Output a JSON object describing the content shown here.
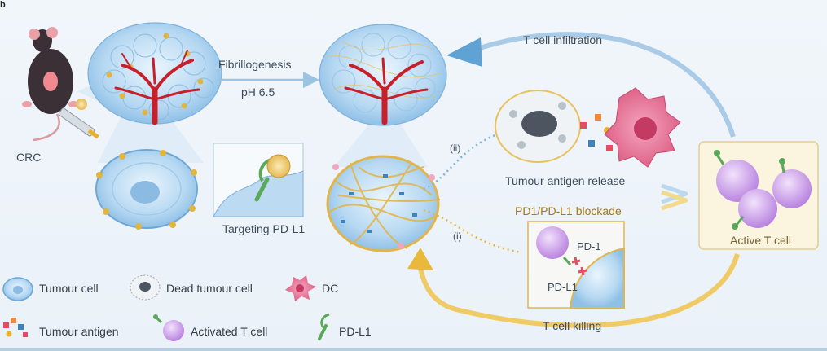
{
  "panel_letter": "b",
  "labels": {
    "crc": "CRC",
    "fibrillogenesis": "Fibrillogenesis",
    "ph": "pH 6.5",
    "t_cell_infiltration": "T cell infiltration",
    "targeting_pdl1": "Targeting PD-L1",
    "path_ii": "(ii)",
    "path_i": "(i)",
    "tumour_antigen_release": "Tumour antigen release",
    "pd1_pdl1_blockade": "PD1/PD-L1 blockade",
    "active_t_cell": "Active T cell",
    "pd1": "PD-1",
    "pdl1": "PD-L1",
    "t_cell_killing": "T cell killing"
  },
  "legend": {
    "tumour_cell": "Tumour cell",
    "dead_tumour_cell": "Dead tumour cell",
    "dc": "DC",
    "tumour_antigen": "Tumour antigen",
    "activated_t_cell": "Activated T cell",
    "pdl1": "PD-L1"
  },
  "colors": {
    "blue_arrow": "#5fa3d4",
    "gold_arrow": "#e8b93a",
    "tumour_blue": "#a9cfee",
    "vessel_red": "#c8202a",
    "t_cell_purple": "#c79ae6",
    "dc_pink": "#e07096",
    "pdl1_green": "#5aa85a"
  }
}
